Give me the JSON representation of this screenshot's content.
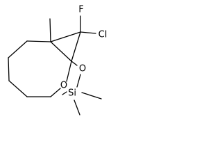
{
  "molecule": {
    "atoms": {
      "fluorine": "F",
      "chlorine": "Cl",
      "ring_oxygen": "O",
      "ether_oxygen": "O",
      "silicon": "Si"
    }
  }
}
